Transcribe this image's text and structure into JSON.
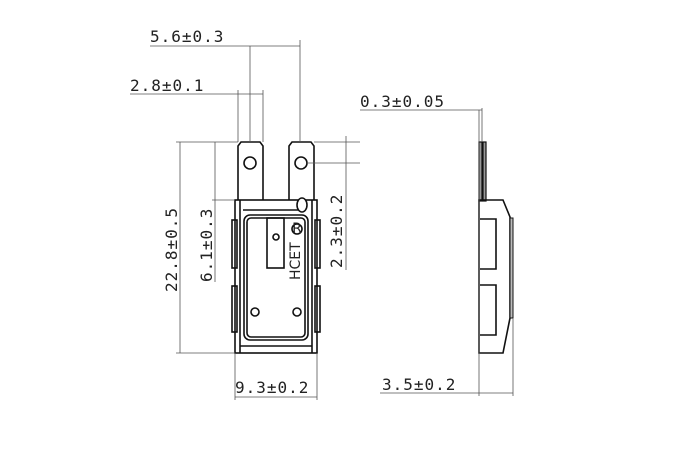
{
  "dimensions": {
    "top_width": "5.6±0.3",
    "tab_width": "2.8±0.1",
    "thickness": "0.3±0.05",
    "total_height": "22.8±0.5",
    "tab_length": "6.1±0.3",
    "hole_offset": "2.3±0.2",
    "body_width": "9.3±0.2",
    "side_depth": "3.5±0.2"
  },
  "brand_mark": "HCET",
  "registered_mark": "R"
}
